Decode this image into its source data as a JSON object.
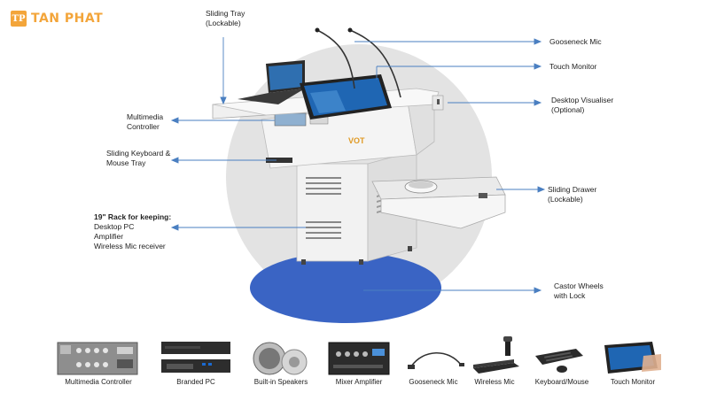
{
  "brand": {
    "name": "TAN PHAT",
    "mark": "TP",
    "color": "#f3a53a"
  },
  "callouts": {
    "sliding_tray": [
      "Sliding Tray",
      "(Lockable)"
    ],
    "gooseneck_mic": [
      "Gooseneck Mic"
    ],
    "touch_monitor": [
      "Touch Monitor"
    ],
    "desktop_visualiser": [
      "Desktop Visualiser",
      "(Optional)"
    ],
    "multimedia_controller": [
      "Multimedia",
      "Controller"
    ],
    "sliding_keyboard": [
      "Sliding Keyboard &",
      "Mouse Tray"
    ],
    "rack": [
      "19\" Rack for keeping:",
      "Desktop PC",
      "Amplifier",
      "Wireless Mic receiver"
    ],
    "sliding_drawer": [
      "Sliding Drawer",
      "(Lockable)"
    ],
    "castor_wheels": [
      "Castor Wheels",
      "with Lock"
    ]
  },
  "podium_brand": "VOT",
  "components": [
    "Multimedia Controller",
    "Branded PC",
    "Built-in Speakers",
    "Mixer Amplifier",
    "Gooseneck Mic",
    "Wireless Mic",
    "Keyboard/Mouse",
    "Touch Monitor"
  ],
  "colors": {
    "leader_line": "#4a7fc1",
    "floor_ellipse": "#3a64c4",
    "backdrop_circle": "#e2e2e2",
    "podium_body": "#f1f1f1"
  }
}
